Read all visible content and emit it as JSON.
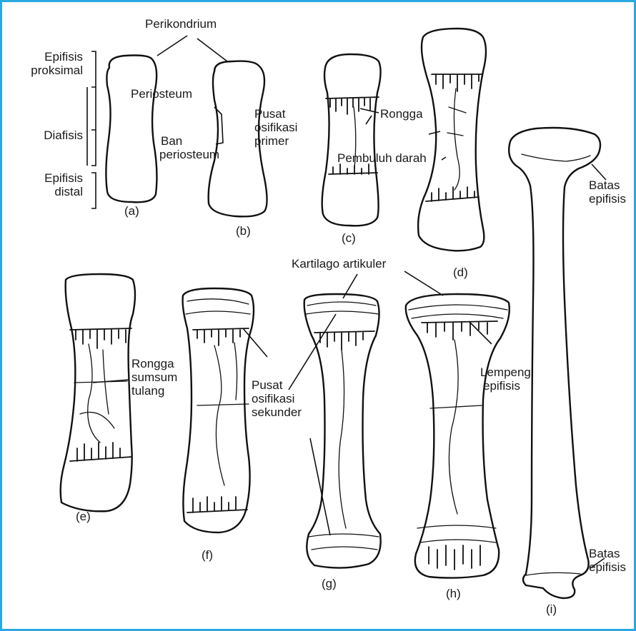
{
  "colors": {
    "border": "#29a9e0",
    "ink": "#111111"
  },
  "labels": {
    "perikondrium": "Perikondrium",
    "epifisis_proksimal": [
      "Epifisis",
      "proksimal"
    ],
    "diafisis": "Diafisis",
    "epifisis_distal": [
      "Epifisis",
      "distal"
    ],
    "periosteum": "Periosteum",
    "ban_periosteum": [
      "Ban",
      "periosteum"
    ],
    "pusat_osifikasi_primer": [
      "Pusat",
      "osifikasi",
      "primer"
    ],
    "rongga": "Rongga",
    "pembuluh_darah": "Pembuluh darah",
    "batas_epifisis_top": [
      "Batas",
      "epifisis"
    ],
    "kartilago_artikuler": "Kartilago artikuler",
    "rongga_sumsum_tulang": [
      "Rongga",
      "sumsum",
      "tulang"
    ],
    "pusat_osifikasi_sekunder": [
      "Pusat",
      "osifikasi",
      "sekunder"
    ],
    "lempeng_epifisis": [
      "Lempeng",
      "epifisis"
    ],
    "batas_epifisis_bottom": [
      "Batas",
      "epifisis"
    ]
  },
  "stages": [
    "(a)",
    "(b)",
    "(c)",
    "(d)",
    "(e)",
    "(f)",
    "(g)",
    "(h)",
    "(i)"
  ]
}
